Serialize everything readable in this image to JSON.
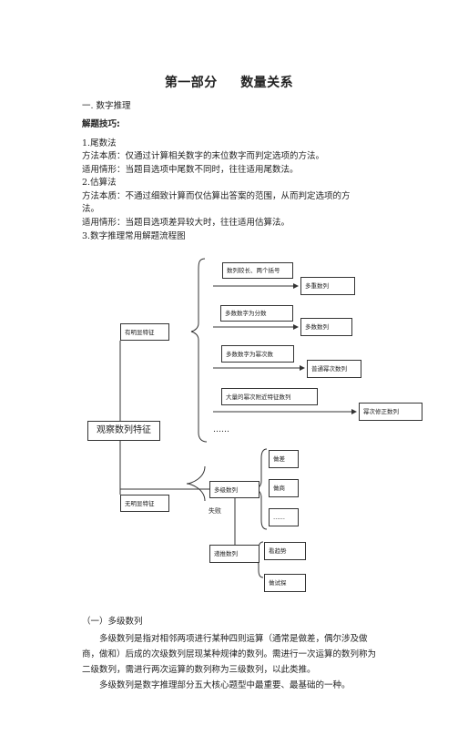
{
  "title": {
    "part": "第一部分",
    "topic": "数量关系"
  },
  "section": "一. 数字推理",
  "tips_heading": "解题技巧:",
  "items": [
    {
      "id": "1",
      "heading": "1.尾数法",
      "essence": "方法本质：仅通过计算相关数字的末位数字而判定选项的方法。",
      "usage": "适用情形：当题目选项中尾数不同时，往往适用尾数法。"
    },
    {
      "id": "2",
      "heading": "2.估算法",
      "essence_line1": "方法本质：不通过细致计算而仅估算出答案的范围，从而判定选项的方",
      "essence_line2": "法。",
      "usage": "适用情形：当题目选项差异较大时，往往适用估算法。"
    }
  ],
  "flow_heading": "3.数字推理常用解题流程图",
  "flowchart": {
    "root": "观察数列特征",
    "obvious": "有明显特征",
    "no_obvious": "无明显特征",
    "features": [
      "数列较长、两个括号",
      "多数数字为分数",
      "多数数字为幂次数",
      "大量的幂次附近特征数列"
    ],
    "results": [
      "多重数列",
      "多数数列",
      "普通幂次数列",
      "幂次修正数列"
    ],
    "ellipsis": "……",
    "multilevel": "多级数列",
    "fail": "失败",
    "recursive": "递推数列",
    "multilevel_ops": [
      "做差",
      "做商",
      "……"
    ],
    "recursive_ops": [
      "看趋势",
      "做试探"
    ]
  },
  "subsection": "（一）多级数列",
  "paragraph1": "多级数列是指对相邻两项进行某种四则运算（通常是做差，偶尔涉及做商，做和）后成的次级数列层现某种规律的数列。需进行一次运算的数列称为二级数列，需进行两次运算的数列称为三级数列，以此类推。",
  "paragraph2": "多级数列是数字推理部分五大核心题型中最重要、最基础的一种。"
}
